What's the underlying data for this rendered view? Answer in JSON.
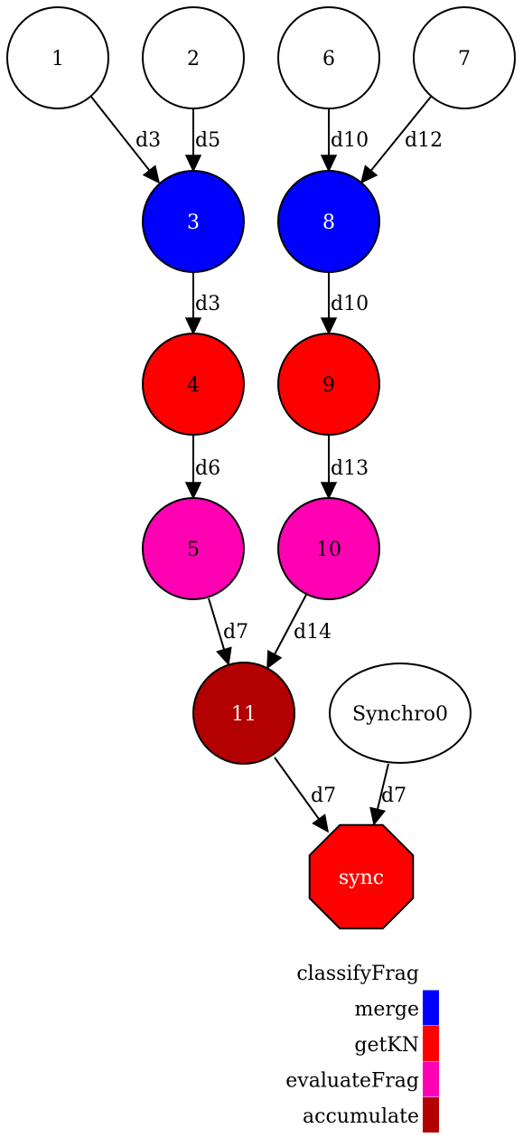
{
  "nodes": [
    {
      "id": "n1",
      "label": "1",
      "shape": "circle",
      "fill": "#ffffff",
      "text_color": "#000000"
    },
    {
      "id": "n2",
      "label": "2",
      "shape": "circle",
      "fill": "#ffffff",
      "text_color": "#000000"
    },
    {
      "id": "n6",
      "label": "6",
      "shape": "circle",
      "fill": "#ffffff",
      "text_color": "#000000"
    },
    {
      "id": "n7",
      "label": "7",
      "shape": "circle",
      "fill": "#ffffff",
      "text_color": "#000000"
    },
    {
      "id": "n3",
      "label": "3",
      "shape": "circle",
      "fill": "#0000ff",
      "text_color": "#ffffff"
    },
    {
      "id": "n8",
      "label": "8",
      "shape": "circle",
      "fill": "#0000ff",
      "text_color": "#ffffff"
    },
    {
      "id": "n4",
      "label": "4",
      "shape": "circle",
      "fill": "#ff0000",
      "text_color": "#000000"
    },
    {
      "id": "n9",
      "label": "9",
      "shape": "circle",
      "fill": "#ff0000",
      "text_color": "#000000"
    },
    {
      "id": "n5",
      "label": "5",
      "shape": "circle",
      "fill": "#ff00b3",
      "text_color": "#000000"
    },
    {
      "id": "n10",
      "label": "10",
      "shape": "circle",
      "fill": "#ff00b3",
      "text_color": "#000000"
    },
    {
      "id": "n11",
      "label": "11",
      "shape": "circle",
      "fill": "#b30000",
      "text_color": "#ffffff"
    },
    {
      "id": "synchro0",
      "label": "Synchro0",
      "shape": "ellipse",
      "fill": "#ffffff",
      "text_color": "#000000"
    },
    {
      "id": "sync",
      "label": "sync",
      "shape": "octagon",
      "fill": "#ff0000",
      "text_color": "#ffffff"
    }
  ],
  "edges": [
    {
      "from": "n1",
      "to": "n3",
      "label": "d3"
    },
    {
      "from": "n2",
      "to": "n3",
      "label": "d5"
    },
    {
      "from": "n6",
      "to": "n8",
      "label": "d10"
    },
    {
      "from": "n7",
      "to": "n8",
      "label": "d12"
    },
    {
      "from": "n3",
      "to": "n4",
      "label": "d3"
    },
    {
      "from": "n8",
      "to": "n9",
      "label": "d10"
    },
    {
      "from": "n4",
      "to": "n5",
      "label": "d6"
    },
    {
      "from": "n9",
      "to": "n10",
      "label": "d13"
    },
    {
      "from": "n5",
      "to": "n11",
      "label": "d7"
    },
    {
      "from": "n10",
      "to": "n11",
      "label": "d14"
    },
    {
      "from": "n11",
      "to": "sync",
      "label": "d7"
    },
    {
      "from": "synchro0",
      "to": "sync",
      "label": "d7"
    }
  ],
  "legend": {
    "entries": [
      {
        "label": "classifyFrag",
        "color": ""
      },
      {
        "label": "merge",
        "color": "#0000ff"
      },
      {
        "label": "getKN",
        "color": "#ff0000"
      },
      {
        "label": "evaluateFrag",
        "color": "#ff00b3"
      },
      {
        "label": "accumulate",
        "color": "#b30000"
      }
    ]
  }
}
